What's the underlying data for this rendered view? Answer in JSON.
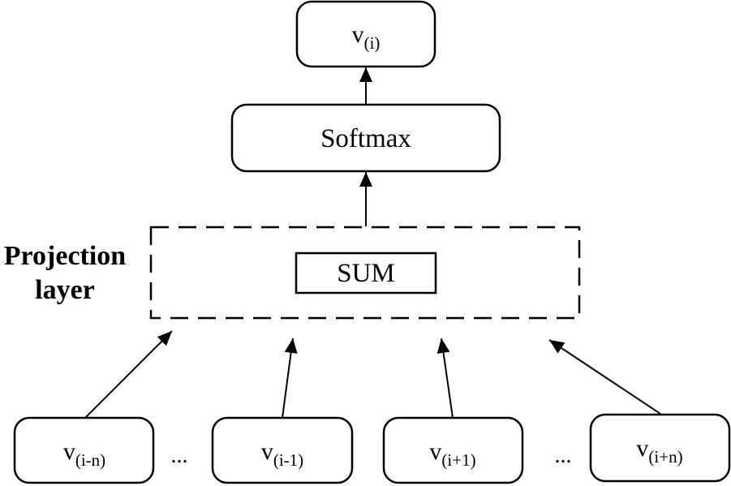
{
  "output_node": {
    "base": "v",
    "sub": "(i)"
  },
  "softmax_label": "Softmax",
  "projection_layer": {
    "label_line1": "Projection",
    "label_line2": "layer",
    "sum_label": "SUM"
  },
  "input_nodes": [
    {
      "base": "v",
      "sub": "(i-n)"
    },
    {
      "base": "v",
      "sub": "(i-1)"
    },
    {
      "base": "v",
      "sub": "(i+1)"
    },
    {
      "base": "v",
      "sub": "(i+n)"
    }
  ],
  "ellipsis": "..."
}
